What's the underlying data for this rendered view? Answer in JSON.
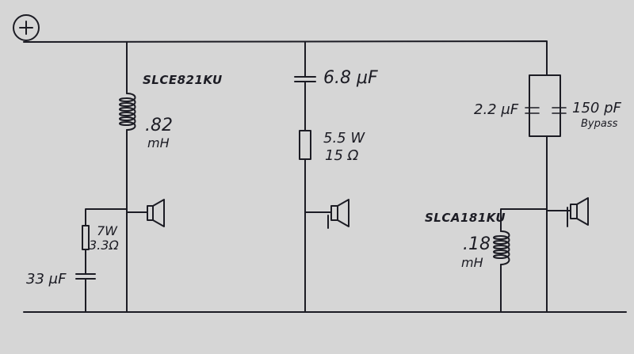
{
  "supply_symbol": "+",
  "branch1": {
    "inductor_part": "SLCE821KU",
    "inductor_value": ".82",
    "inductor_unit": "mH",
    "resistor_power": "7W",
    "resistor_value": "3.3Ω",
    "capacitor_value": "33 μF"
  },
  "branch2": {
    "capacitor_value": "6.8 μF",
    "resistor_power": "5.5 W",
    "resistor_value": "15 Ω"
  },
  "branch3": {
    "cap_main_value": "2.2 μF",
    "cap_bypass_value": "150 pF",
    "cap_bypass_note": "Bypass",
    "inductor_part": "SLCA181KU",
    "inductor_value": ".18",
    "inductor_unit": "mH"
  }
}
